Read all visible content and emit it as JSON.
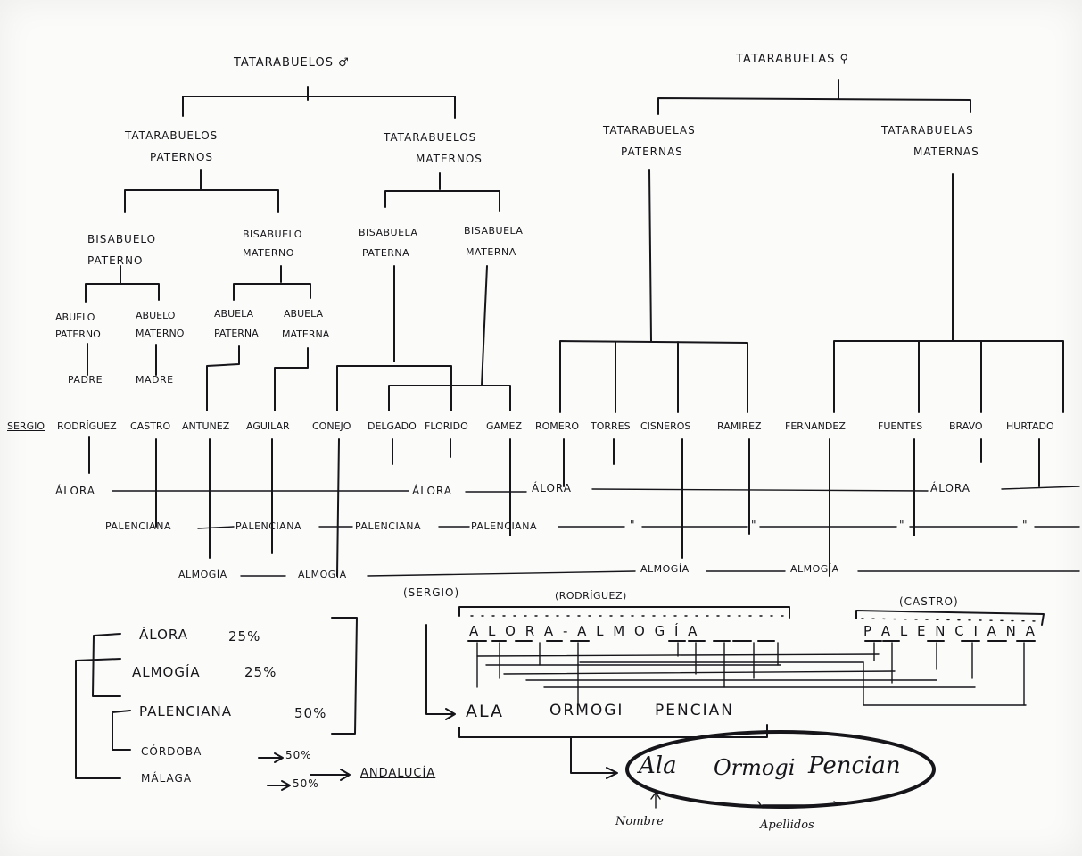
{
  "tree": {
    "male_root": "TATARABUELOS ♂",
    "female_root": "TATARABUELAS ♀",
    "tatarabuelos_paternos": [
      "TATARABUELOS",
      "PATERNOS"
    ],
    "tatarabuelos_maternos": [
      "TATARABUELOS",
      "MATERNOS"
    ],
    "tatarabuelas_paternas": [
      "TATARABUELAS",
      "PATERNAS"
    ],
    "tatarabuelas_maternas": [
      "TATARABUELAS",
      "MATERNAS"
    ],
    "bisabuelo_paterno": [
      "BISABUELO",
      "PATERNO"
    ],
    "bisabuelo_materno": [
      "BISABUELO",
      "MATERNO"
    ],
    "bisabuela_paterna": [
      "BISABUELA",
      "PATERNA"
    ],
    "bisabuela_materna": [
      "BISABUELA",
      "MATERNA"
    ],
    "abuelo_paterno": [
      "ABUELO",
      "PATERNO"
    ],
    "abuelo_materno": [
      "ABUELO",
      "MATERNO"
    ],
    "abuela_paterna": [
      "ABUELA",
      "PATERNA"
    ],
    "abuela_materna": [
      "ABUELA",
      "MATERNA"
    ],
    "padre": "PADRE",
    "madre": "MADRE"
  },
  "names": {
    "sergio": "SERGIO",
    "surnames": [
      "RODRÍGUEZ",
      "CASTRO",
      "ANTUNEZ",
      "AGUILAR",
      "CONEJO",
      "DELGADO",
      "FLORIDO",
      "GAMEZ",
      "ROMERO",
      "TORRES",
      "CISNEROS",
      "RAMIREZ",
      "FERNANDEZ",
      "FUENTES",
      "BRAVO",
      "HURTADO"
    ]
  },
  "places": {
    "alora": "ÁLORA",
    "palenciana": "PALENCIANA",
    "almogia": "ALMOGÍA",
    "ditto": "\""
  },
  "summary": {
    "alora": "ÁLORA",
    "alora_pct": "25%",
    "almogia": "ALMOGÍA",
    "almogia_pct": "25%",
    "palenciana": "PALENCIANA",
    "palenciana_pct": "50%",
    "cordoba": "CÓRDOBA",
    "cordoba_pct": "50%",
    "malaga": "MÁLAGA",
    "malaga_pct": "50%",
    "andalucia": "ANDALUCÍA"
  },
  "anagram": {
    "sergio_tag": "(SERGIO)",
    "rodriguez_tag": "(RODRÍGUEZ)",
    "castro_tag": "(CASTRO)",
    "source_letters": "A L O R A  -  A L M O G Í A",
    "source_palenciana": "P A L E N C I A N A",
    "ala": "ALA",
    "ormogi": "ORMOGI",
    "pencian": "PENCIAN",
    "final_name": "Ala",
    "final_surname1": "Ormogi",
    "final_surname2": "Pencian",
    "nombre_label": "Nombre",
    "apellidos_label": "Apellidos"
  }
}
